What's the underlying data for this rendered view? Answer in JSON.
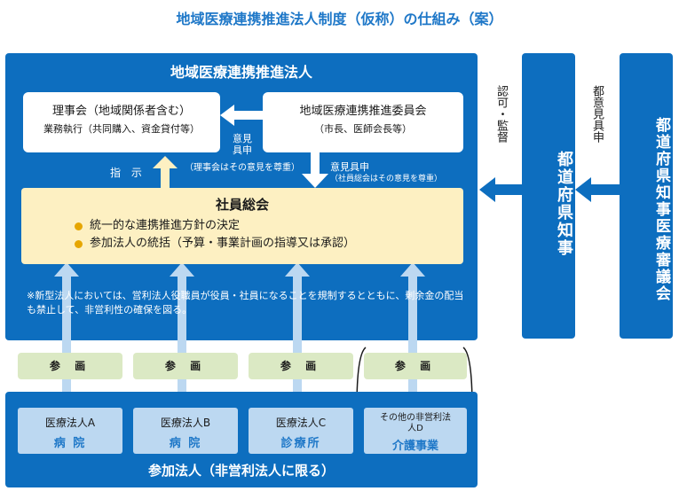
{
  "page": {
    "title": "地域医療連携推進法人制度（仮称）の仕組み（案）"
  },
  "corporation": {
    "title": "地域医療連携推進法人",
    "board": {
      "name": "理事会（地域関係者含む）",
      "desc": "業務執行（共同購入、資金貸付等）"
    },
    "committee": {
      "name": "地域医療連携推進委員会",
      "desc": "（市長、医師会長等）"
    },
    "opinion_to_board": {
      "label": "意見具申",
      "note": "（理事会はその意見を尊重）"
    },
    "opinion_to_assembly": {
      "label": "意見具申",
      "note": "（社員総会はその意見を尊重）"
    },
    "instruction_label": "指 示",
    "assembly": {
      "name": "社員総会",
      "bullets": [
        "統一的な連携推進方針の決定",
        "参加法人の統括（予算・事業計画の指導又は承認）"
      ]
    },
    "note": "※新型法人においては、営利法人役職員が役員・社員になることを規制するとともに、剰余金の配当も禁止して、非営利性の確保を図る。"
  },
  "approval_label": "認可・監督",
  "prefectural_opinion_label": "都意見具申",
  "governor": "都道府県知事",
  "council": "都道府県知事医療審議会",
  "participation": {
    "label": "参 画",
    "members": [
      {
        "org": "医療法人A",
        "type": "病 院"
      },
      {
        "org": "医療法人B",
        "type": "病 院"
      },
      {
        "org": "医療法人C",
        "type": "診療所"
      },
      {
        "org": "その他の非営利法人D",
        "type": "介護事業"
      }
    ],
    "footer": "参加法人（非営利法人に限る）"
  },
  "colors": {
    "primary_blue": "#0d6ebf",
    "light_blue": "#bcd8f1",
    "cream": "#fdf0c2",
    "green": "#dbe9c4",
    "bullet": "#e6a600"
  }
}
